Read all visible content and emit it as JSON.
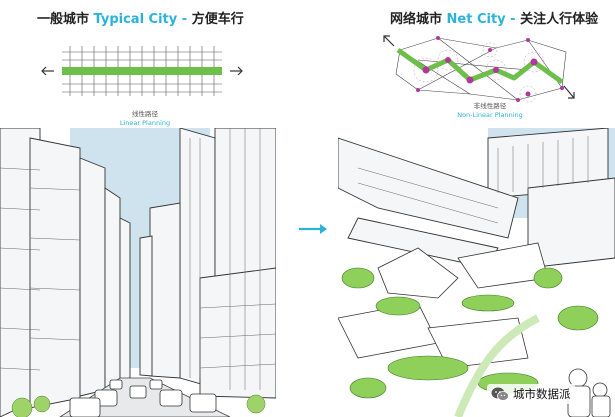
{
  "left": {
    "title_cn": "一般城市 ",
    "title_en": "Typical City",
    "title_sep": " - ",
    "title_suffix": "方便车行",
    "caption_cn": "线性路径",
    "caption_en": "Linear Planning"
  },
  "right": {
    "title_cn": "网络城市 ",
    "title_en": "Net City",
    "title_sep": " - ",
    "title_suffix": "关注人行体验",
    "caption_cn": "非线性路径",
    "caption_en": "Non-Linear Planning"
  },
  "watermark": {
    "text": "城市数据派",
    "icon": "wechat-icon"
  },
  "colors": {
    "accent": "#2bb3d9",
    "path_green": "#6cc04a",
    "node_magenta": "#b0389a",
    "sky_blue": "#cfe3ef"
  }
}
